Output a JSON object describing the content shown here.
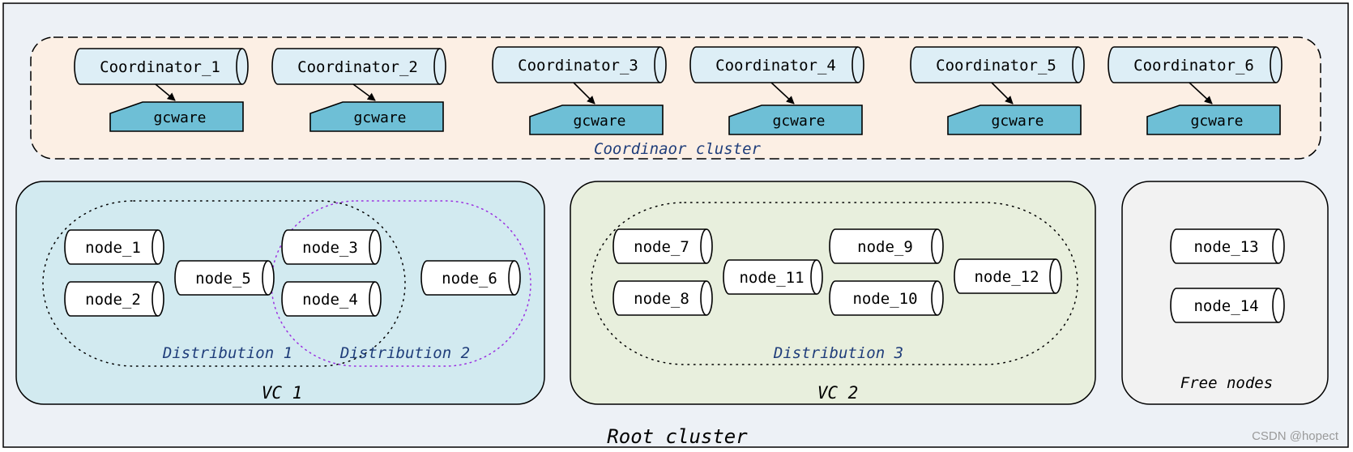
{
  "root": {
    "label": "Root cluster",
    "fill": "#edf1f6"
  },
  "coordinator_cluster": {
    "label": "Coordinaor cluster",
    "fill": "#fcefe4",
    "coordinator_fill": "#ddeef6",
    "gcware_fill": "#6ebfd6",
    "coordinators": [
      {
        "name": "Coordinator_1",
        "service": "gcware"
      },
      {
        "name": "Coordinator_2",
        "service": "gcware"
      },
      {
        "name": "Coordinator_3",
        "service": "gcware"
      },
      {
        "name": "Coordinator_4",
        "service": "gcware"
      },
      {
        "name": "Coordinator_5",
        "service": "gcware"
      },
      {
        "name": "Coordinator_6",
        "service": "gcware"
      }
    ]
  },
  "vc1": {
    "label": "VC 1",
    "fill": "#d2eaf0",
    "distribution_1": "Distribution 1",
    "distribution_2": "Distribution 2",
    "distribution_2_color": "#9b30e0",
    "nodes": [
      "node_1",
      "node_2",
      "node_3",
      "node_4",
      "node_5",
      "node_6"
    ]
  },
  "vc2": {
    "label": "VC 2",
    "fill": "#e8efdd",
    "distribution_3": "Distribution 3",
    "nodes": [
      "node_7",
      "node_8",
      "node_9",
      "node_10",
      "node_11",
      "node_12"
    ]
  },
  "free_nodes": {
    "label": "Free nodes",
    "fill": "#f2f2f2",
    "nodes": [
      "node_13",
      "node_14"
    ]
  },
  "watermark": "CSDN @hopect",
  "label_color": "#1f3d7a"
}
